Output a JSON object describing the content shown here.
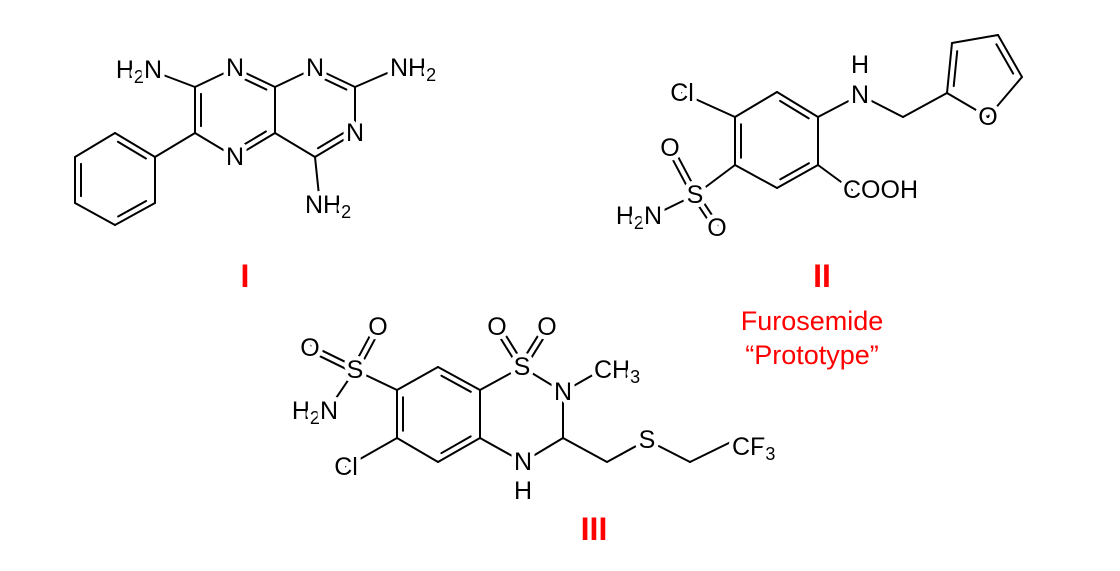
{
  "compounds": [
    {
      "label": "I",
      "atoms": {
        "nh2_left": "H2N",
        "n8": "N",
        "n1": "N",
        "nh2_right": "NH2",
        "n3": "N",
        "n5": "N",
        "nh2_bottom": "NH2"
      }
    },
    {
      "label": "II",
      "name": "Furosemide",
      "note": "“Prototype”",
      "atoms": {
        "cl": "Cl",
        "nh_h": "H",
        "nh_n": "N",
        "o_furan": "O",
        "cooh": "COOH",
        "s": "S",
        "o_top": "O",
        "o_bottom": "O",
        "nh2": "H2N"
      }
    },
    {
      "label": "III",
      "atoms": {
        "s_sulf": "S",
        "o1": "O",
        "o2": "O",
        "nh2": "H2N",
        "s1": "S",
        "o3": "O",
        "o4": "O",
        "n2": "N",
        "ch3": "CH3",
        "n4": "N",
        "n4_h": "H",
        "s_thio": "S",
        "cf3": "CF3",
        "cl": "Cl"
      }
    }
  ],
  "colors": {
    "bond": "#000000",
    "caption": "#ff0000"
  }
}
